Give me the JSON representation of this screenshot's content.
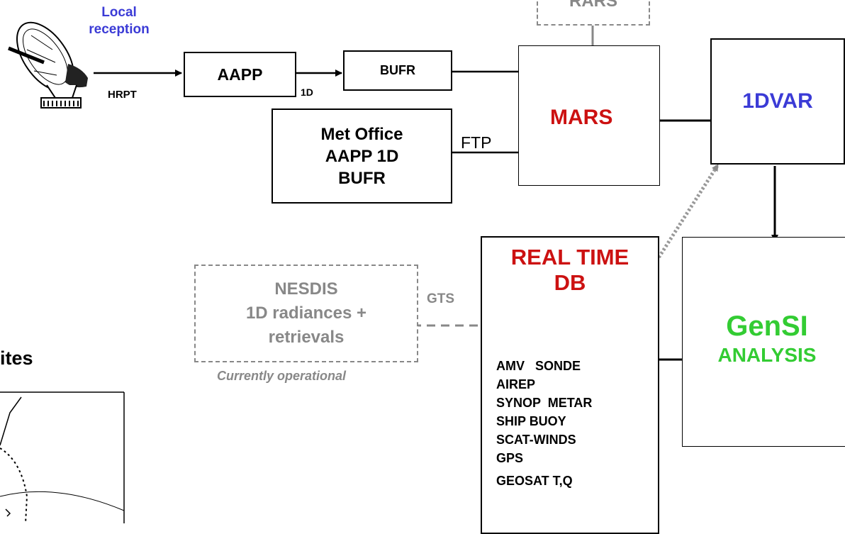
{
  "colors": {
    "blue": "#3b3bd6",
    "red": "#cc1111",
    "green": "#33cc33",
    "gray": "#888888"
  },
  "satellite": {
    "label_line1": "Local",
    "label_line2": "reception",
    "link_label": "HRPT"
  },
  "aapp": {
    "label": "AAPP",
    "link_label": "1D"
  },
  "bufr": {
    "label": "BUFR"
  },
  "metoffice": {
    "line1": "Met Office",
    "line2": "AAPP 1D",
    "line3": "BUFR",
    "link_label": "FTP"
  },
  "rars": {
    "label": "RARS"
  },
  "mars": {
    "label": "MARS"
  },
  "onedvar": {
    "label": "1DVAR"
  },
  "realtime": {
    "title_line1": "REAL TIME",
    "title_line2": "DB",
    "items": [
      "AMV   SONDE",
      "AIREP",
      "SYNOP  METAR",
      "SHIP BUOY",
      "SCAT-WINDS",
      "GPS",
      "GEOSAT T,Q"
    ]
  },
  "nesdis": {
    "line1": "NESDIS",
    "line2": "1D radiances +",
    "line3": "retrievals",
    "caption": "Currently operational",
    "link_label": "GTS"
  },
  "gensi": {
    "title": "GenSI",
    "subtitle": "ANALYSIS"
  },
  "cropped": {
    "partial_word": "ites"
  }
}
